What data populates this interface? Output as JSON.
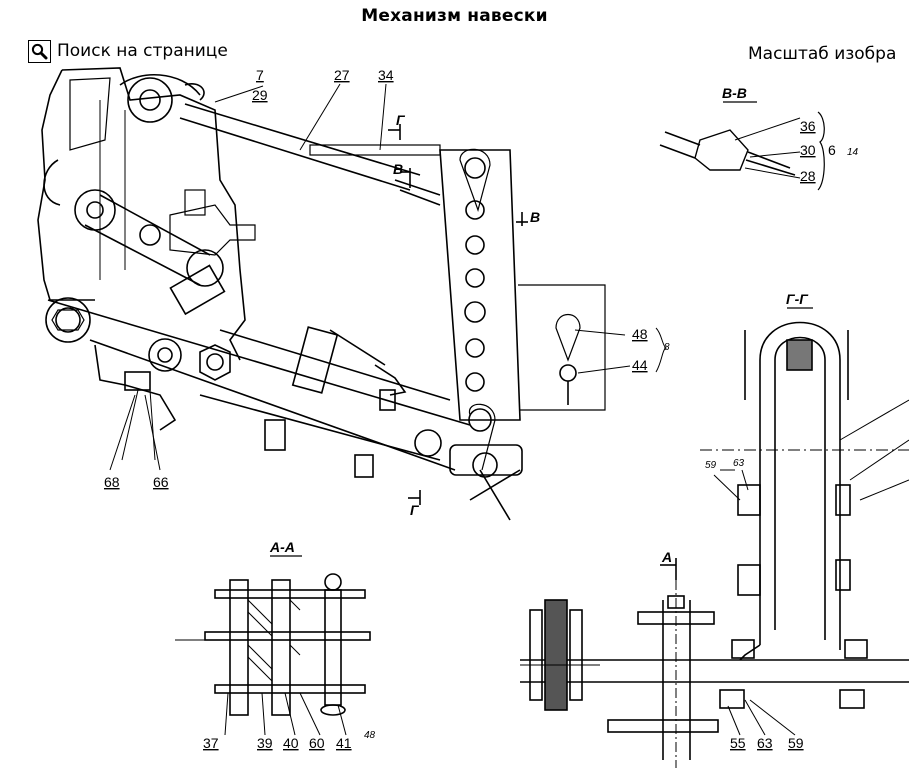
{
  "page": {
    "title": "Механизм навески",
    "search_label": "Поиск на странице",
    "scale_label": "Масштаб изобра"
  },
  "drawing": {
    "section_labels": {
      "b_b": "В-В",
      "g_g": "Г-Г",
      "a_a": "А-А",
      "g_mark": "Г",
      "b_mark": "В",
      "a_mark": "А"
    },
    "callouts": {
      "p7": "7",
      "p29": "29",
      "p27": "27",
      "p34": "34",
      "p36": "36",
      "p30": "30",
      "p28": "28",
      "g6": "6",
      "g14": "14",
      "p48": "48",
      "p44": "44",
      "g8": "8",
      "p68": "68",
      "p66": "66",
      "p59a": "59",
      "p63a": "63",
      "p37": "37",
      "p39": "39",
      "p40": "40",
      "p60": "60",
      "p41": "41",
      "p48b": "48",
      "p55": "55",
      "p63": "63",
      "p59": "59"
    }
  }
}
